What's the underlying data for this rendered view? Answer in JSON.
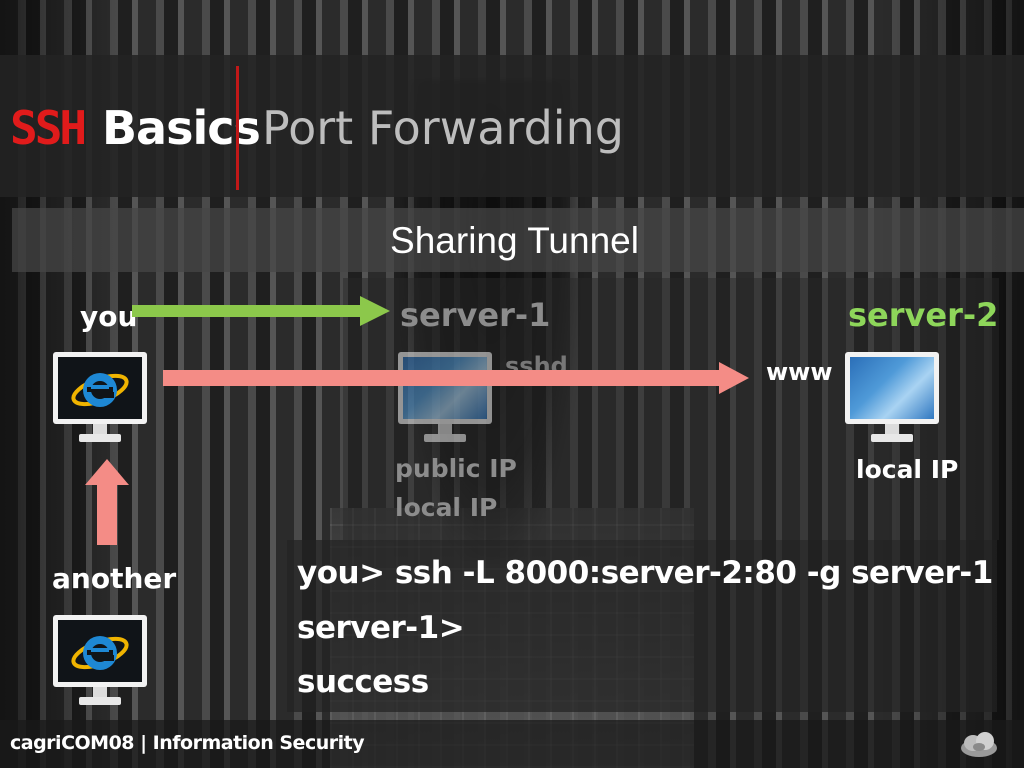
{
  "header": {
    "title_ssh": "SSH",
    "title_basics": "Basics",
    "subtitle": "Port Forwarding"
  },
  "section": {
    "title": "Sharing Tunnel"
  },
  "diagram": {
    "you_label": "you",
    "server1_label": "server-1",
    "server2_label": "server-2",
    "sshd_label": "sshd",
    "www_label": "www",
    "server1_public_ip": "public IP",
    "server1_local_ip": "local IP",
    "server2_local_ip": "local IP",
    "another_label": "another"
  },
  "commands": {
    "line1": "you> ssh -L 8000:server-2:80 -g server-1",
    "line2": "server-1>",
    "line3": "success"
  },
  "footer": {
    "text": "cagriCOM08 | Information Security"
  },
  "colors": {
    "ssh_red": "#e11b1b",
    "server2_green": "#8ed65a",
    "arrow_green": "#8cc84b",
    "arrow_red": "#f48c86"
  },
  "icons": {
    "monitor": "monitor-icon",
    "browser": "internet-explorer-icon",
    "logo": "cloud-logo-icon"
  }
}
